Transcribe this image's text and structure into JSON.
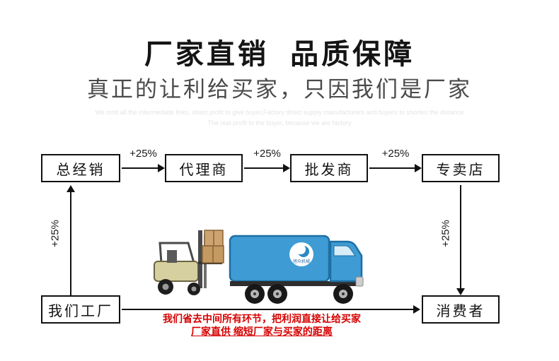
{
  "header": {
    "title": "厂家直销  品质保障",
    "subtitle": "真正的让利给买家，只因我们是厂家",
    "watermark_line1": "We omit all the intermediate links, direct profit to give buyer,Factory direct supply manufacturers and buyers to shorten the distance",
    "watermark_line2": "The real profit to the buyer, because we are factory"
  },
  "flow": {
    "increment_label": "+25%",
    "top_nodes": [
      "总经销",
      "代理商",
      "批发商",
      "专卖店"
    ],
    "factory_node": "我们工厂",
    "consumer_node": "消费者"
  },
  "truck": {
    "logo_text": "旭众机械"
  },
  "footer": {
    "line1": "我们省去中间所有环节，把利润直接让给买家",
    "line2": "厂家直供 缩短厂家与买家的距离"
  },
  "colors": {
    "accent_red": "#d60000",
    "truck_blue": "#3f9bd3",
    "line_black": "#111111"
  }
}
